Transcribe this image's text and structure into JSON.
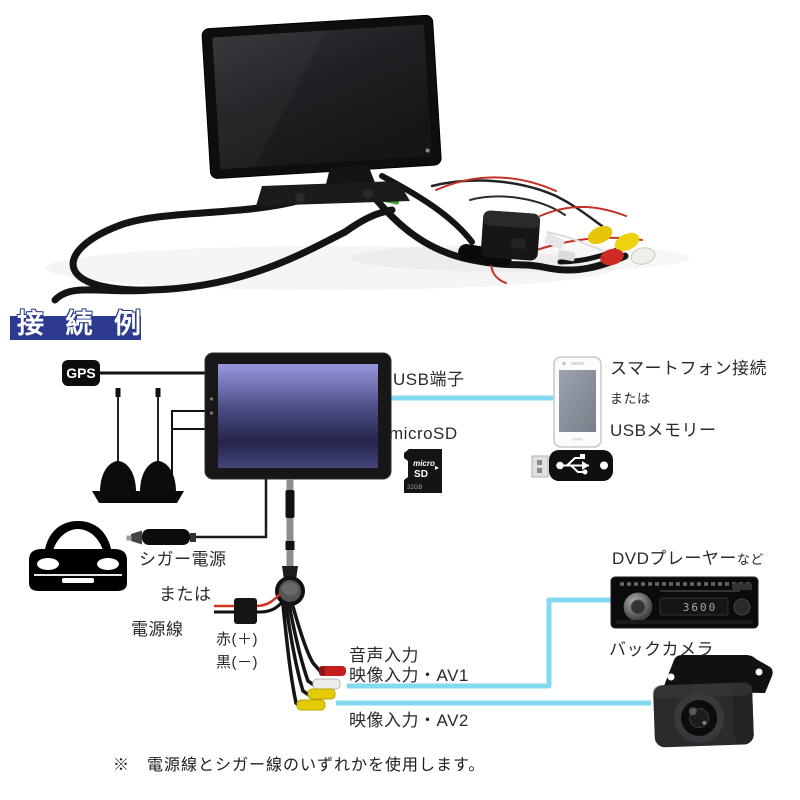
{
  "header": {
    "title": "接 続 例"
  },
  "diagram": {
    "gps": "GPS",
    "usb_port": "USB端子",
    "microsd": "microSD",
    "microsd_card": {
      "logo_top": "micro",
      "logo_sd": "SD",
      "logo_arrow": "▸",
      "capacity": "32GB"
    },
    "smartphone": "スマートフォン接続",
    "or_usb": "または",
    "usb_memory": "USBメモリー",
    "cigar_power": "シガー電源",
    "or_power": "または",
    "power_line": "電源線",
    "red_plus": "赤(＋)",
    "black_minus": "黒(－)",
    "audio_input": "音声入力",
    "video_input_av1": "映像入力・AV1",
    "video_input_av2": "映像入力・AV2",
    "dvd_player": "DVDプレーヤー",
    "dvd_player_suffix": "など",
    "dvd_display": "3600",
    "back_camera": "バックカメラ"
  },
  "note": "※　電源線とシガー線のいずれかを使用します。",
  "colors": {
    "banner_navy": "#2c3a90",
    "connector_cyan": "#82d9f2",
    "rca_red": "#c41e1e",
    "rca_yellow": "#e3cc06",
    "rca_white": "#ececec",
    "wire_red": "#d23322",
    "wire_black": "#141414"
  }
}
